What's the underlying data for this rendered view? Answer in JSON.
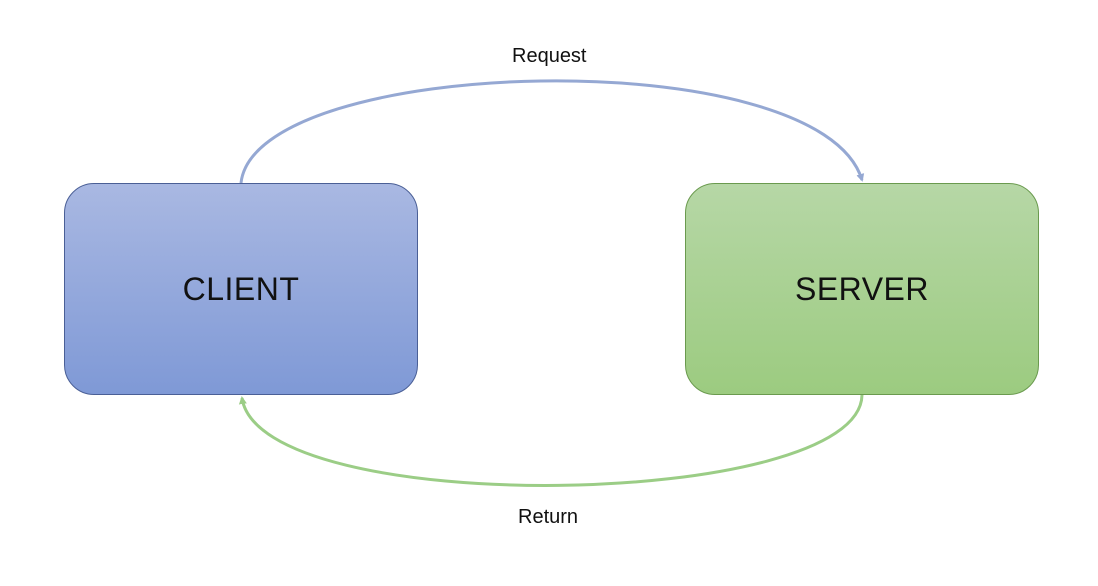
{
  "nodes": {
    "client": {
      "label": "CLIENT",
      "color": "#8fa5db"
    },
    "server": {
      "label": "SERVER",
      "color": "#a7d093"
    }
  },
  "edges": {
    "request": {
      "label": "Request",
      "from": "CLIENT",
      "to": "SERVER",
      "color": "#95a8d3"
    },
    "return": {
      "label": "Return",
      "from": "SERVER",
      "to": "CLIENT",
      "color": "#9bcd86"
    }
  }
}
